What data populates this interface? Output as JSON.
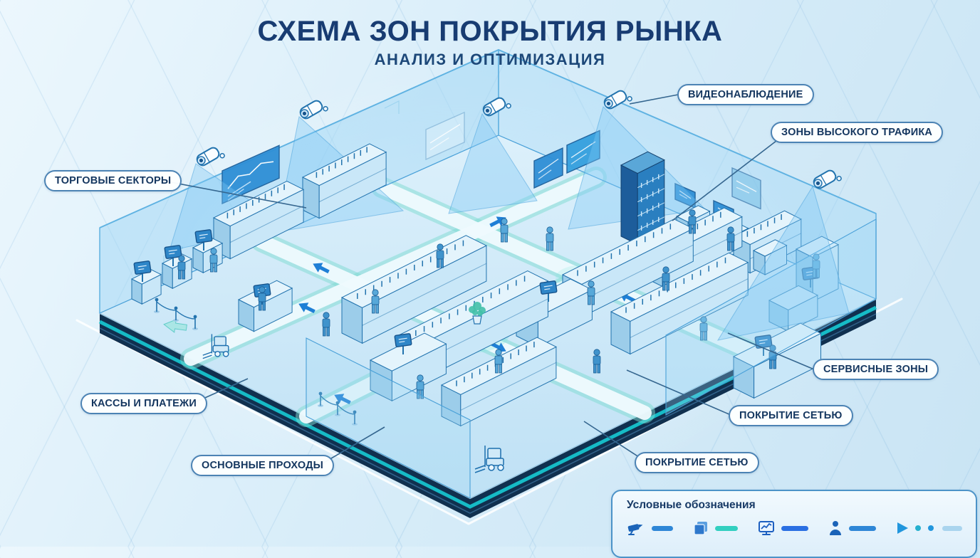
{
  "header": {
    "title": "СХЕМА ЗОН ПОКРЫТИЯ РЫНКА",
    "subtitle": "АНАЛИЗ И ОПТИМИЗАЦИЯ"
  },
  "callouts": [
    {
      "id": "trade-sectors",
      "text": "ТОРГОВЫЕ СЕКТОРЫ"
    },
    {
      "id": "video-surveillance",
      "text": "ВИДЕОНАБЛЮДЕНИЕ"
    },
    {
      "id": "high-traffic-zones",
      "text": "ЗОНЫ ВЫСОКОГО ТРАФИКА"
    },
    {
      "id": "service-zones",
      "text": "СЕРВИСНЫЕ ЗОНЫ"
    },
    {
      "id": "network-coverage-upper",
      "text": "ПОКРЫТИЕ СЕТЬЮ"
    },
    {
      "id": "network-coverage-lower",
      "text": "ПОКРЫТИЕ СЕТЬЮ"
    },
    {
      "id": "checkouts-payments",
      "text": "КАССЫ И ПЛАТЕЖИ"
    },
    {
      "id": "main-aisles",
      "text": "ОСНОВНЫЕ ПРОХОДЫ"
    }
  ],
  "legend": {
    "title": "Условные обозначения",
    "items": [
      {
        "icon": "cctv-camera-icon",
        "marker_color": "#2e86d6"
      },
      {
        "icon": "screens-icon",
        "marker_color": "#32cfc0"
      },
      {
        "icon": "monitor-analytics-icon",
        "marker_color": "#2a6fe2"
      },
      {
        "icon": "person-icon",
        "marker_color": "#2e86d6"
      },
      {
        "icon": "play-icon",
        "marker_color": "#a9d4ee",
        "dot_colors": [
          "#25b0cf",
          "#2196dd"
        ]
      }
    ]
  },
  "diagram": {
    "type": "isometric-market-floor-plan",
    "elements": [
      "security-camera",
      "camera-coverage-cone",
      "shelf-unit",
      "checkout-kiosk",
      "service-desk",
      "info-screen",
      "person",
      "forklift",
      "queue-stanchion",
      "aisle-path",
      "network-coverage-line",
      "platform"
    ]
  },
  "colors": {
    "background": "#d9ecf8",
    "title_text": "#183c72",
    "label_text": "#14365f",
    "label_border": "#4c83b4",
    "outline_blue": "#2273ae",
    "accent_blue": "#2e86d6",
    "accent_teal": "#2fd0c4",
    "platform_edge": "#0f2f52",
    "wall_fill": "#9fd2ef"
  }
}
